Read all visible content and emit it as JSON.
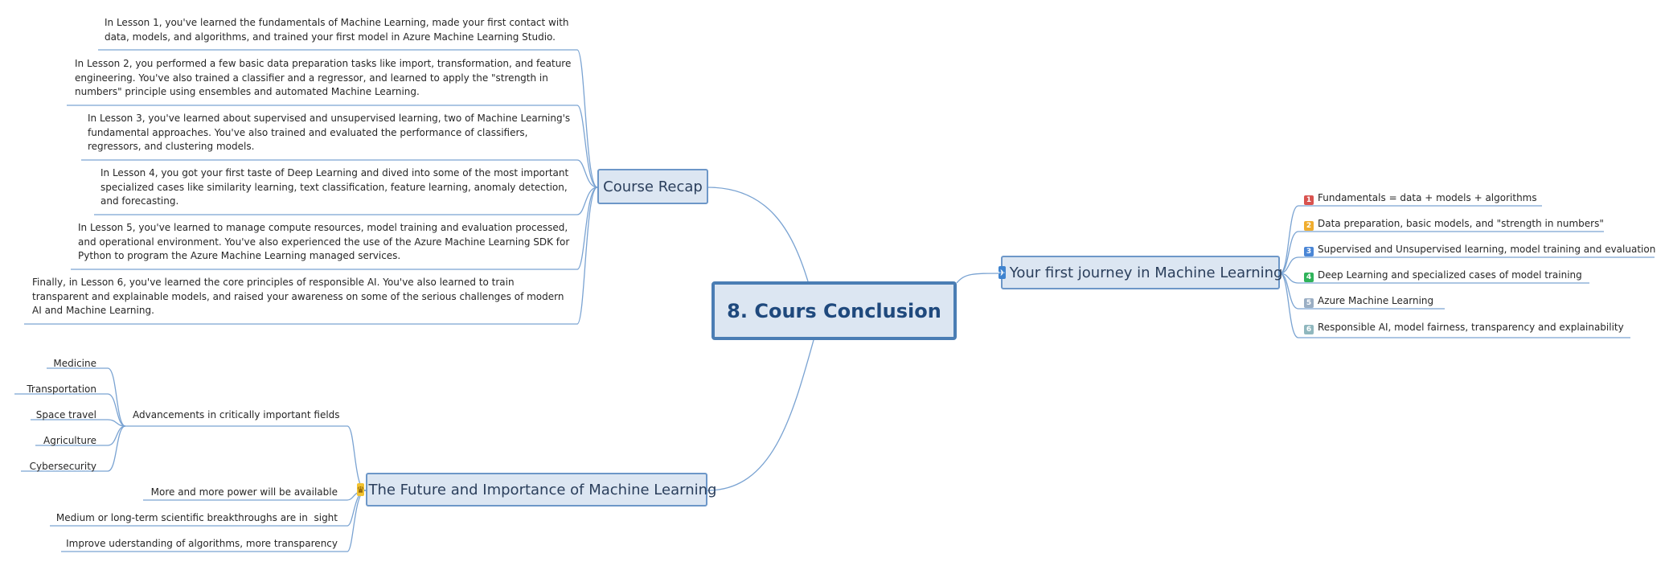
{
  "central": {
    "title": "8. Cours Conclusion"
  },
  "course_recap": {
    "title": "Course Recap",
    "lessons": [
      "In Lesson 1, you've learned the fundamentals of Machine Learning, made your first contact with data, models, and algorithms, and trained your first model in Azure Machine Learning Studio.",
      "In Lesson 2, you performed a few basic data preparation tasks like import, transformation, and feature engineering. You've also trained a classifier and a regressor, and learned to apply the \"strength in numbers\" principle using ensembles and automated Machine Learning.",
      "In Lesson 3, you've learned about supervised and unsupervised learning, two of Machine Learning's fundamental approaches. You've also trained and evaluated the performance of classifiers, regressors, and clustering models.",
      "In Lesson 4, you got your first taste of Deep Learning and dived into some of the most important specialized cases like similarity learning, text classification, feature learning, anomaly detection, and forecasting.",
      "In Lesson 5, you've learned to manage compute resources, model training and evaluation processed, and operational environment. You've also experienced the use of the Azure Machine Learning SDK for Python to program the Azure Machine Learning managed services.",
      "Finally, in Lesson 6, you've learned the core principles of responsible AI. You've also learned to train transparent and explainable models, and raised your awareness on some of the serious challenges of modern AI and Machine Learning."
    ]
  },
  "journey": {
    "title": "Your first journey in Machine Learning",
    "icon": "airplane-icon",
    "items": [
      {
        "num": "1",
        "color": "#d9534f",
        "label": "Fundamentals = data + models + algorithms"
      },
      {
        "num": "2",
        "color": "#f0ad2e",
        "label": "Data preparation, basic models, and \"strength in numbers\""
      },
      {
        "num": "3",
        "color": "#4a86d6",
        "label": "Supervised and Unsupervised learning, model training and evaluation"
      },
      {
        "num": "4",
        "color": "#2fb35a",
        "label": "Deep Learning and specialized cases of model training"
      },
      {
        "num": "5",
        "color": "#9aaec4",
        "label": "Azure Machine Learning"
      },
      {
        "num": "6",
        "color": "#8fb7be",
        "label": "Responsible AI, model fairness, transparency and explainability"
      }
    ]
  },
  "future": {
    "title": "The Future and Importance of Machine Learning",
    "icon": "trophy-icon",
    "advancements": {
      "label": "Advancements in critically important fields",
      "fields": [
        "Medicine",
        "Transportation",
        "Space travel",
        "Agriculture",
        "Cybersecurity"
      ]
    },
    "points": [
      "More and more power will be available",
      "Medium or long-term scientific breakthroughs are in  sight",
      "Improve uderstanding of algorithms, more transparency"
    ]
  },
  "colors": {
    "line": "#7aa3d2",
    "topic_fill": "#dce6f2",
    "central_border": "#4a7db4"
  }
}
